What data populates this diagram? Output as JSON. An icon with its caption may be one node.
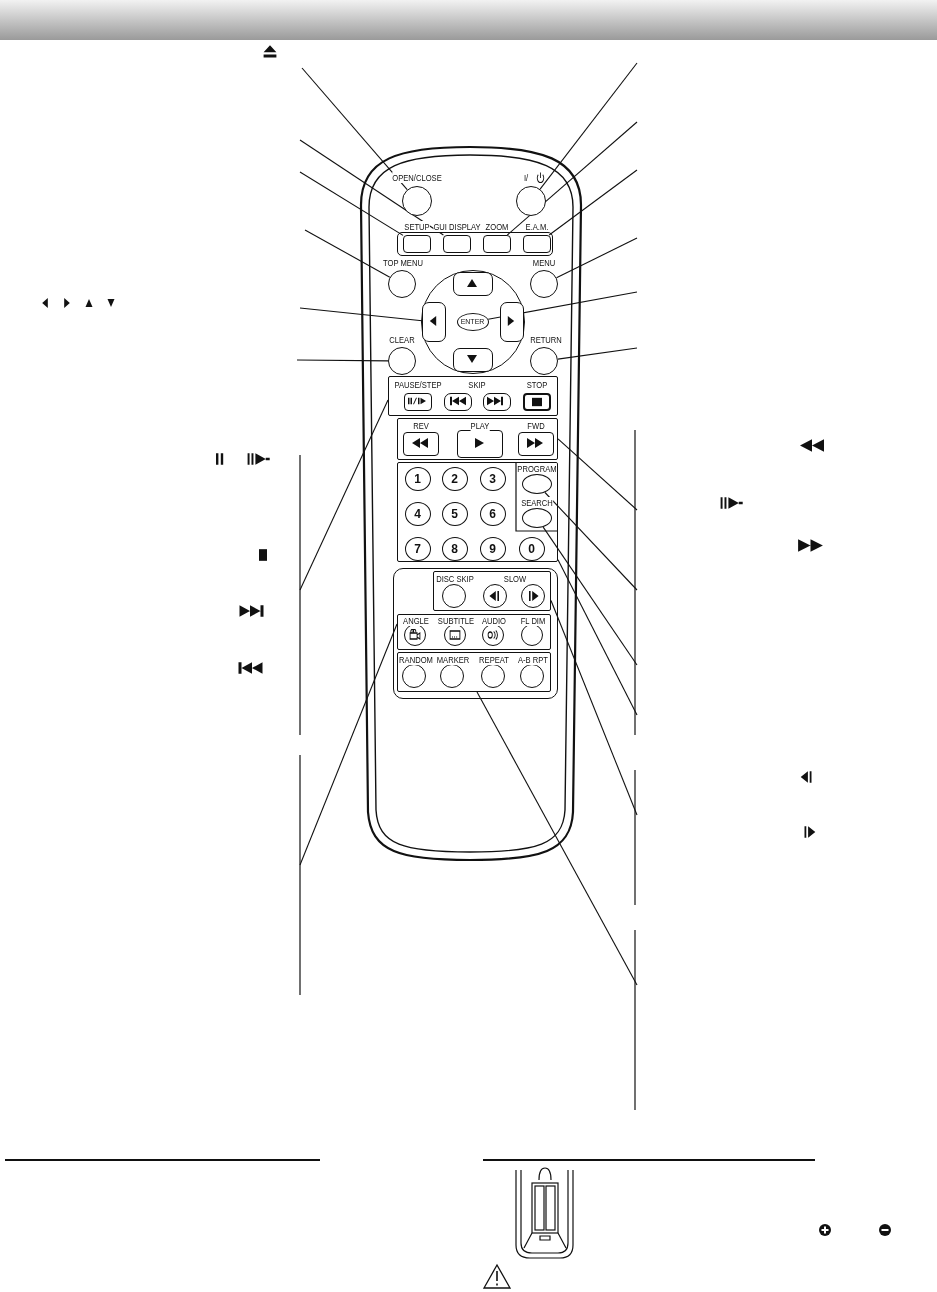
{
  "diagram": {
    "nodes": [
      {
        "text": [
          "OPEN/CLOSE"
        ]
      },
      {
        "text": [
          "I/"
        ]
      },
      {
        "text": [],
        "shape": "box"
      },
      {
        "text": [
          "SETUP"
        ],
        "in": 2
      },
      {
        "text": [
          "GUI DISPLAY"
        ],
        "in": 2
      },
      {
        "text": [
          "ZOOM"
        ],
        "in": 2
      },
      {
        "text": [
          "E.A.M."
        ],
        "in": 2
      },
      {
        "text": [
          "TOP MENU"
        ]
      },
      {
        "text": [
          "MENU"
        ]
      },
      {
        "text": [],
        "shape": "circle"
      },
      {
        "text": [],
        "shape": "box",
        "in": 9
      },
      {
        "text": [],
        "shape": "box",
        "in": 9
      },
      {
        "text": [
          "ENTER"
        ],
        "in": 9
      },
      {
        "text": [],
        "shape": "box",
        "in": 9
      },
      {
        "text": [],
        "shape": "box",
        "in": 9
      },
      {
        "text": [
          "CLEAR"
        ]
      },
      {
        "text": [
          "RETURN"
        ]
      },
      {
        "text": [],
        "shape": "box"
      },
      {
        "text": [
          "PAUSE/STEP"
        ],
        "in": 17
      },
      {
        "text": [],
        "shape": "box",
        "in": 17
      },
      {
        "text": [],
        "shape": "box",
        "in": 17
      },
      {
        "text": [
          "STOP"
        ],
        "in": 17
      },
      {
        "text": [],
        "shape": "box"
      },
      {
        "text": [
          "REV"
        ],
        "in": 22
      },
      {
        "text": [
          "PLAY"
        ],
        "in": 22
      },
      {
        "text": [
          "FWD"
        ],
        "in": 22
      },
      {
        "text": [],
        "shape": "box"
      },
      {
        "text": [
          "1"
        ],
        "in": 26
      },
      {
        "text": [
          "2"
        ],
        "in": 26
      },
      {
        "text": [
          "3"
        ],
        "in": 26
      },
      {
        "text": [
          "4"
        ],
        "in": 26
      },
      {
        "text": [
          "5"
        ],
        "in": 26
      },
      {
        "text": [
          "6"
        ],
        "in": 26
      },
      {
        "text": [
          "7"
        ],
        "in": 26
      },
      {
        "text": [
          "8"
        ],
        "in": 26
      },
      {
        "text": [
          "9"
        ],
        "in": 26
      },
      {
        "text": [
          "0"
        ],
        "in": 26
      },
      {
        "text": [
          "PROGRAM"
        ],
        "in": 26
      },
      {
        "text": [
          "SEARCH"
        ],
        "in": 26
      },
      {
        "text": [],
        "shape": "box"
      },
      {
        "text": [],
        "shape": "box",
        "in": 39
      },
      {
        "text": [
          "DISC SKIP"
        ],
        "in": 40
      },
      {
        "text": [],
        "shape": "circle",
        "in": 40
      },
      {
        "text": [],
        "shape": "circle",
        "in": 40
      },
      {
        "text": [],
        "shape": "box",
        "in": 39
      },
      {
        "text": [
          "ANGLE"
        ],
        "in": 44
      },
      {
        "text": [
          "SUBTITLE"
        ],
        "in": 44
      },
      {
        "text": [
          "AUDIO"
        ],
        "in": 44
      },
      {
        "text": [
          "FL DIM"
        ],
        "in": 44
      },
      {
        "text": [],
        "shape": "box",
        "in": 39
      },
      {
        "text": [
          "RANDOM"
        ],
        "in": 49
      },
      {
        "text": [
          "MARKER"
        ],
        "in": 49
      },
      {
        "text": [
          "REPEAT"
        ],
        "in": 49
      },
      {
        "text": [
          "A-B RPT"
        ],
        "in": 49
      }
    ],
    "edges": [
      {
        "from": null,
        "to": 0,
        "arrow": "none"
      },
      {
        "from": null,
        "to": 4,
        "arrow": "none"
      },
      {
        "from": null,
        "to": 3,
        "arrow": "none"
      },
      {
        "from": null,
        "to": 7,
        "arrow": "none"
      },
      {
        "from": null,
        "to": 11,
        "arrow": "none"
      },
      {
        "from": null,
        "to": 15,
        "arrow": "none"
      },
      {
        "from": null,
        "to": 17,
        "arrow": "none"
      },
      {
        "from": null,
        "to": 44,
        "arrow": "none"
      },
      {
        "from": null,
        "to": 1,
        "arrow": "none"
      },
      {
        "from": null,
        "to": 5,
        "arrow": "none"
      },
      {
        "from": null,
        "to": 6,
        "arrow": "none"
      },
      {
        "from": null,
        "to": 8,
        "arrow": "none"
      },
      {
        "from": null,
        "to": 12,
        "arrow": "none"
      },
      {
        "from": null,
        "to": 16,
        "arrow": "none"
      },
      {
        "from": null,
        "to": 22,
        "arrow": "none"
      },
      {
        "from": null,
        "to": 37,
        "arrow": "none"
      },
      {
        "from": null,
        "to": 38,
        "arrow": "none"
      },
      {
        "from": null,
        "to": 26,
        "arrow": "none"
      },
      {
        "from": null,
        "to": 40,
        "arrow": "none"
      },
      {
        "from": null,
        "to": 49,
        "arrow": "none"
      }
    ],
    "labels": [
      "SKIP",
      "SLOW"
    ]
  }
}
